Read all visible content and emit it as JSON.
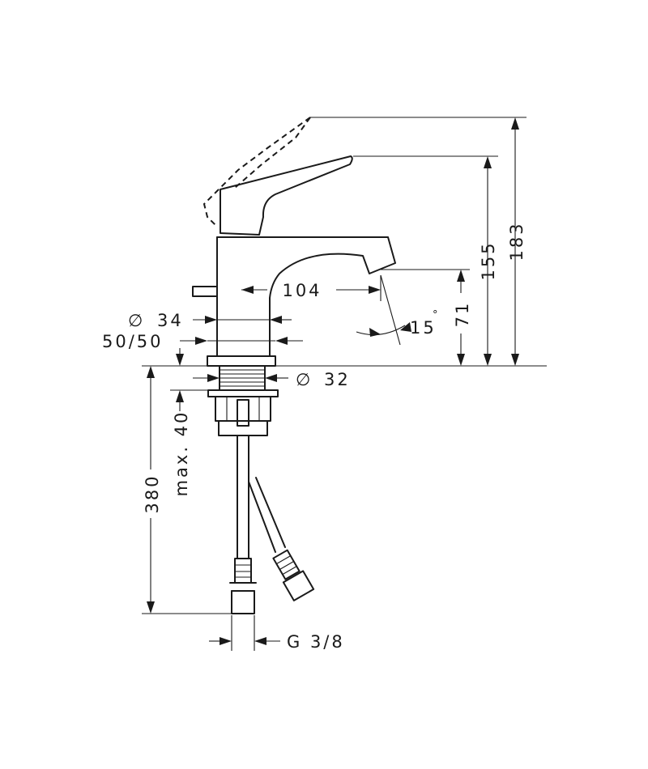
{
  "dimensions": {
    "total_height": "183",
    "lever_height": "155",
    "spout_height": "71",
    "spout_reach": "104",
    "body_diameter_symbol": "∅",
    "body_diameter": "34",
    "rosette_width": "50/50",
    "thread_diameter_symbol": "∅",
    "thread_diameter": "32",
    "max_thickness": "max. 40",
    "hose_length": "380",
    "spout_angle": "15",
    "degree_symbol": "°",
    "connection_thread": "G 3/8"
  }
}
